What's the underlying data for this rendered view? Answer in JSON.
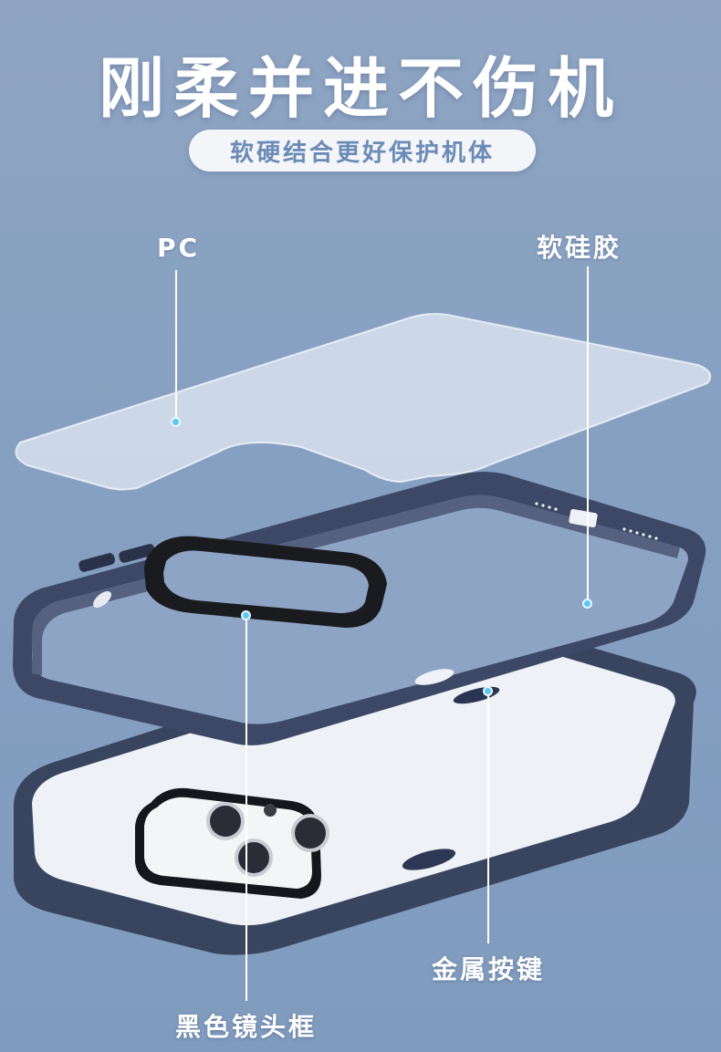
{
  "headline": "刚柔并进不伤机",
  "subtitle": "软硬结合更好保护机体",
  "labels": {
    "pc": "PC",
    "silicone": "软硅胶",
    "metal_button": "金属按键",
    "lens_frame": "黑色镜头框"
  },
  "colors": {
    "background": "#8aa2c2",
    "case_frame": "#3c4766",
    "pc_sheet": "#d7e1f0",
    "callout_dot": "#5ac8f5",
    "subtitle_text": "#6b8bb6"
  }
}
